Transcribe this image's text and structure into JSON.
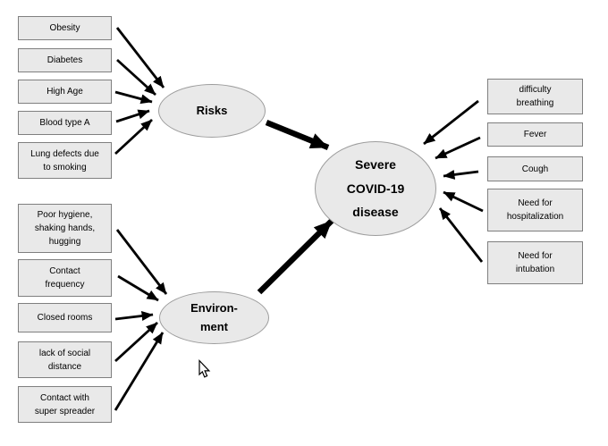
{
  "nodes": {
    "risks": {
      "label": "Risks"
    },
    "environment": {
      "label": "Environ-\nment"
    },
    "severe": {
      "label": "Severe\nCOVID-19\ndisease"
    }
  },
  "risk_factors": [
    {
      "label": "Obesity"
    },
    {
      "label": "Diabetes"
    },
    {
      "label": "High Age"
    },
    {
      "label": "Blood type A"
    },
    {
      "label": "Lung defects due\nto smoking"
    }
  ],
  "environment_factors": [
    {
      "label": "Poor hygiene,\nshaking hands,\nhugging"
    },
    {
      "label": "Contact\nfrequency"
    },
    {
      "label": "Closed rooms"
    },
    {
      "label": "lack of social\ndistance"
    },
    {
      "label": "Contact with\nsuper spreader"
    }
  ],
  "symptoms": [
    {
      "label": "difficulty\nbreathing"
    },
    {
      "label": "Fever"
    },
    {
      "label": "Cough"
    },
    {
      "label": "Need for\nhospitalization"
    },
    {
      "label": "Need for\nintubation"
    }
  ],
  "edges": [
    {
      "from": "Obesity",
      "to": "Risks"
    },
    {
      "from": "Diabetes",
      "to": "Risks"
    },
    {
      "from": "High Age",
      "to": "Risks"
    },
    {
      "from": "Blood type A",
      "to": "Risks"
    },
    {
      "from": "Lung defects due to smoking",
      "to": "Risks"
    },
    {
      "from": "Poor hygiene, shaking hands, hugging",
      "to": "Environment"
    },
    {
      "from": "Contact frequency",
      "to": "Environment"
    },
    {
      "from": "Closed rooms",
      "to": "Environment"
    },
    {
      "from": "lack of social distance",
      "to": "Environment"
    },
    {
      "from": "Contact with super spreader",
      "to": "Environment"
    },
    {
      "from": "Risks",
      "to": "Severe COVID-19 disease",
      "style": "thick"
    },
    {
      "from": "Environment",
      "to": "Severe COVID-19 disease",
      "style": "thick"
    },
    {
      "from": "difficulty breathing",
      "to": "Severe COVID-19 disease"
    },
    {
      "from": "Fever",
      "to": "Severe COVID-19 disease"
    },
    {
      "from": "Cough",
      "to": "Severe COVID-19 disease"
    },
    {
      "from": "Need for hospitalization",
      "to": "Severe COVID-19 disease"
    },
    {
      "from": "Need for intubation",
      "to": "Severe COVID-19 disease"
    }
  ],
  "colors": {
    "background": "#ffffff",
    "shape_fill": "#e9e9e9",
    "box_border": "#7f7f7f",
    "ellipse_border": "#9d9d9d",
    "arrow": "#000000"
  }
}
